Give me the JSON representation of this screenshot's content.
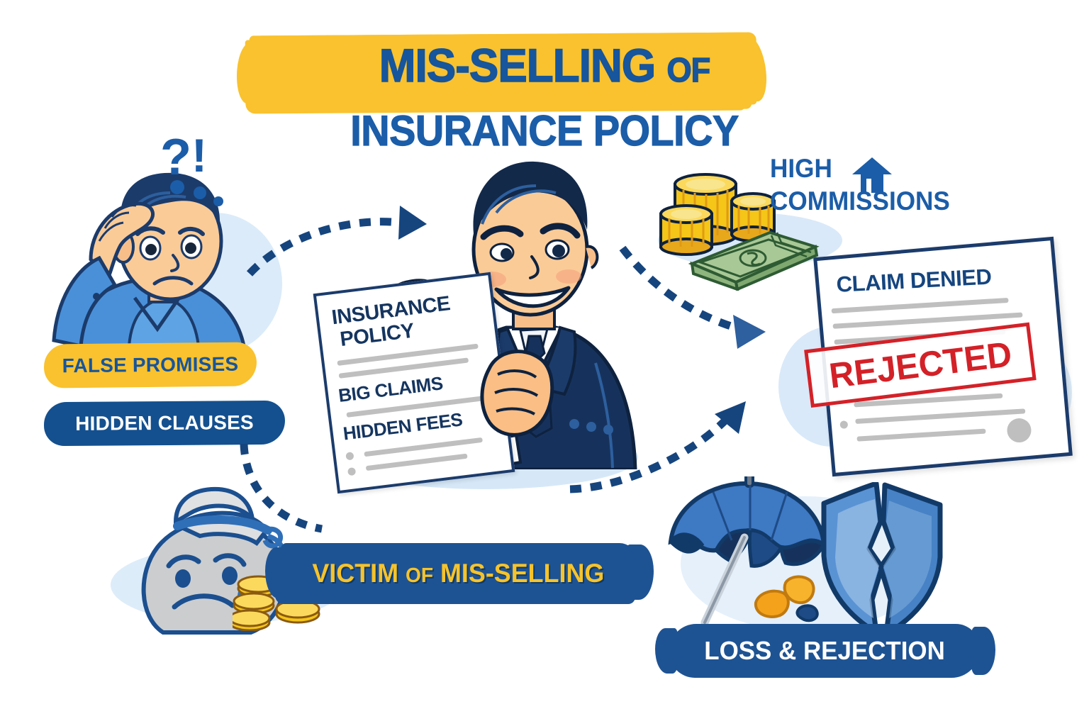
{
  "title": {
    "line1_main": "MIS-SELLING",
    "line1_small": "OF",
    "line2": "INSURANCE POLICY"
  },
  "colors": {
    "brand_blue": "#17559C",
    "deep_navy": "#1B3B6B",
    "accent_yellow": "#F9C22E",
    "pill_blue": "#14508F",
    "banner_blue": "#1E5393",
    "stamp_red": "#D32128",
    "blob_blue": "#CFE4F7",
    "gray_line": "#BFBFBF",
    "coin_gold": "#F5C518",
    "cash_green": "#9CC08B"
  },
  "left_panel": {
    "confused_customer_icon": "confused-person-icon",
    "thought_symbols": "?!",
    "labels": [
      {
        "text": "FALSE PROMISES",
        "style": "yellow"
      },
      {
        "text": "HIDDEN CLAUSES",
        "style": "blue"
      }
    ]
  },
  "center_panel": {
    "agent_icon": "smirking-salesman-icon",
    "policy_document": {
      "heading_line1": "INSURANCE",
      "heading_line2": "POLICY",
      "items": [
        "BIG CLAIMS",
        "HIDDEN FEES"
      ]
    }
  },
  "right_panel": {
    "commissions": {
      "line1": "HIGH",
      "line2": "COMMISSIONS",
      "icon": "up-arrow-icon",
      "money_icons": [
        "coin-stack-icon",
        "cash-bundle-icon"
      ]
    },
    "claim_document": {
      "title": "CLAIM DENIED",
      "stamp": "REJECTED"
    }
  },
  "bottom_panel": {
    "victim_banner": {
      "prefix": "VICTIM",
      "of": "OF",
      "suffix": "MIS-SELLING",
      "icon": "sad-money-bag-icon",
      "coins_icon": "gold-coins-icon"
    },
    "loss_banner": {
      "text": "LOSS & REJECTION",
      "icons": [
        "broken-umbrella-icon",
        "cracked-shield-icon"
      ]
    }
  },
  "flow_arrows": [
    {
      "name": "customer-to-agent-arrow",
      "direction": "right-up"
    },
    {
      "name": "commission-to-claim-arrow",
      "direction": "right-down"
    },
    {
      "name": "policy-to-victim-arrow",
      "direction": "left-down"
    },
    {
      "name": "claim-to-loss-arrow",
      "direction": "right-down"
    },
    {
      "name": "victim-to-claim-arrow",
      "direction": "right-up"
    }
  ]
}
